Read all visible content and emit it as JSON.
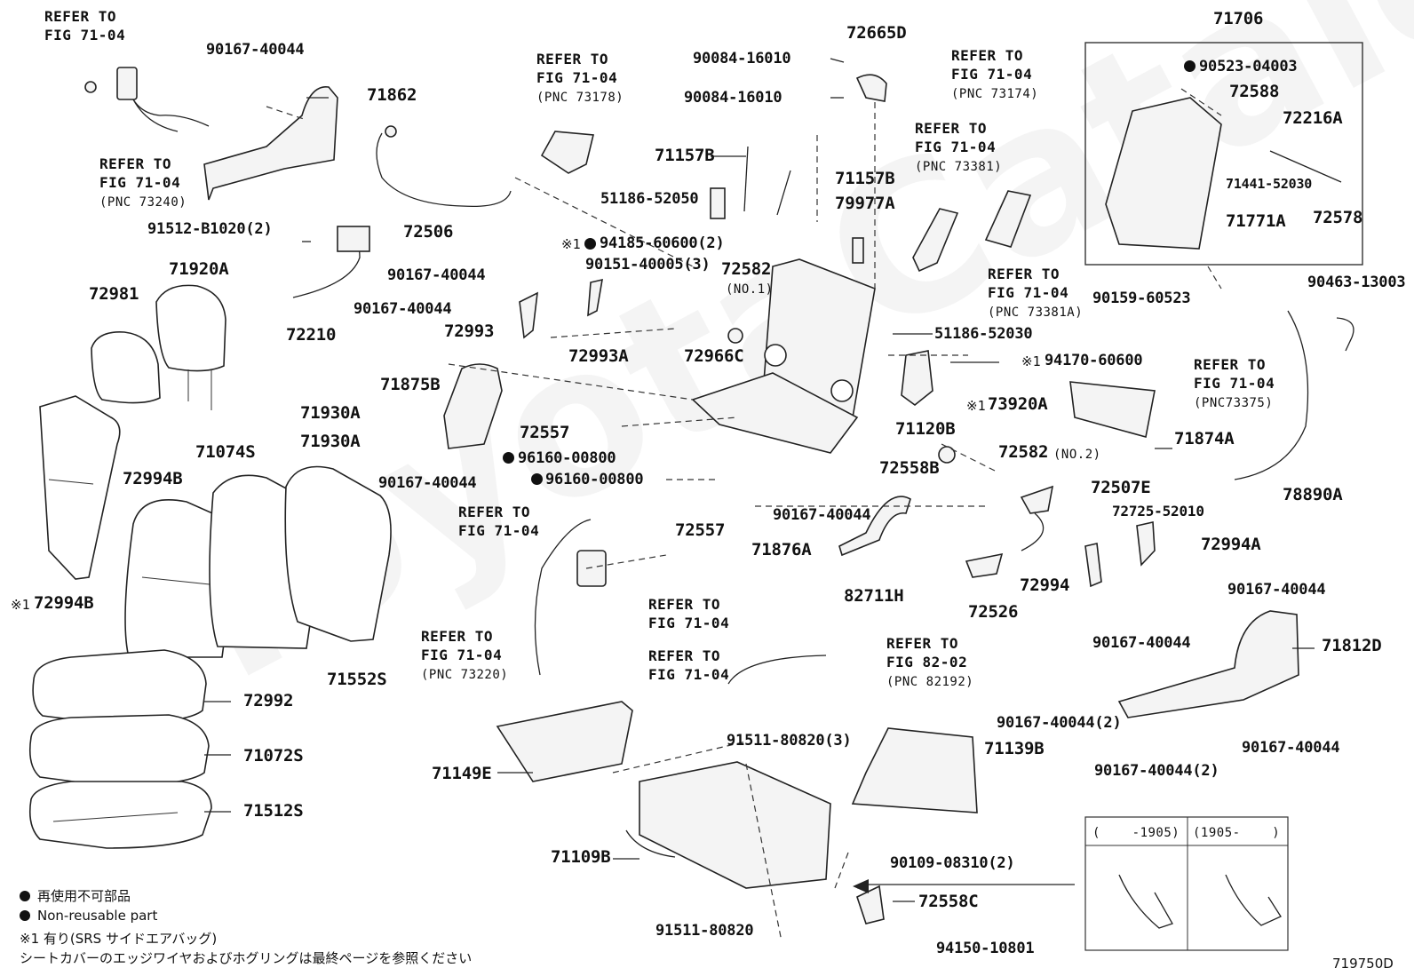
{
  "diagram": {
    "code": "719750D",
    "watermark": "ToyotaCatalog",
    "labels": {
      "p71706": "71706",
      "p90523_04003": "90523-04003",
      "p72588": "72588",
      "p72216A": "72216A",
      "p71441_52030": "71441-52030",
      "p72578": "72578",
      "p71771A": "71771A",
      "p90159_60523": "90159-60523",
      "p90463_13003": "90463-13003",
      "p72665D": "72665D",
      "p90084_16010a": "90084-16010",
      "p90084_16010b": "90084-16010",
      "p71157Ba": "71157B",
      "p71157Bb": "71157B",
      "p51186_52050": "51186-52050",
      "p79977A": "79977A",
      "p94185_60600": "94185-60600(2)",
      "p90151_40005": "90151-40005(3)",
      "p72582_no1": "72582",
      "p72582_no1_note": "(NO.1)",
      "p72966C": "72966C",
      "p51186_52030": "51186-52030",
      "p94170_60600": "94170-60600",
      "p73920A": "73920A",
      "p71874A": "71874A",
      "p78890A": "78890A",
      "p90167_40044_top": "90167-40044",
      "p71862": "71862",
      "p72506": "72506",
      "p91512_B1020": "91512-B1020(2)",
      "p72210": "72210",
      "p72981": "72981",
      "p71920A": "71920A",
      "p90167_40044_a": "90167-40044",
      "p90167_40044_b": "90167-40044",
      "p72993": "72993",
      "p72993A": "72993A",
      "p71875B": "71875B",
      "p71930Aa": "71930A",
      "p71930Ab": "71930A",
      "p71074S": "71074S",
      "p72994B": "72994B",
      "p72994B_x1": "72994B",
      "p72557a": "72557",
      "p96160_00800a": "96160-00800",
      "p96160_00800b": "96160-00800",
      "p90167_40044_c": "90167-40044",
      "p72557b": "72557",
      "p71120B": "71120B",
      "p72558B": "72558B",
      "p72582_no2": "72582",
      "p72582_no2_note": "(NO.2)",
      "p90167_40044_d": "90167-40044",
      "p71876A": "71876A",
      "p82711H": "82711H",
      "p72507E": "72507E",
      "p72725_52010": "72725-52010",
      "p72994A": "72994A",
      "p90167_40044_e": "90167-40044",
      "p72994": "72994",
      "p72526": "72526",
      "p90167_40044_f": "90167-40044",
      "p71812D": "71812D",
      "p90167_40044_g": "90167-40044",
      "p71552S": "71552S",
      "p72992": "72992",
      "p71072S": "71072S",
      "p71512S": "71512S",
      "p71149E": "71149E",
      "p91511_80820_3": "91511-80820(3)",
      "p90167_40044_2a": "90167-40044(2)",
      "p71139B": "71139B",
      "p90167_40044_2b": "90167-40044(2)",
      "p71109B": "71109B",
      "p90109_08310": "90109-08310(2)",
      "p72558C": "72558C",
      "p91511_80820": "91511-80820",
      "p94150_10801": "94150-10801"
    },
    "x1_mark": "※1",
    "refer_to": "REFER TO",
    "refs": {
      "r1": {
        "fig": "FIG 71-04",
        "pnc": ""
      },
      "r2": {
        "fig": "FIG 71-04",
        "pnc": "(PNC 73240)"
      },
      "r3": {
        "fig": "FIG 71-04",
        "pnc": "(PNC 73178)"
      },
      "r4": {
        "fig": "FIG 71-04",
        "pnc": "(PNC 73174)"
      },
      "r5": {
        "fig": "FIG 71-04",
        "pnc": "(PNC 73381)"
      },
      "r6": {
        "fig": "FIG 71-04",
        "pnc": "(PNC 73381A)"
      },
      "r7": {
        "fig": "FIG 71-04",
        "pnc": "(PNC73375)"
      },
      "r8": {
        "fig": "FIG 71-04",
        "pnc": ""
      },
      "r9": {
        "fig": "FIG 71-04",
        "pnc": ""
      },
      "r10": {
        "fig": "FIG 71-04",
        "pnc": "(PNC 73220)"
      },
      "r11": {
        "fig": "FIG 71-04",
        "pnc": ""
      },
      "r12": {
        "fig": "FIG 82-02",
        "pnc": "(PNC 82192)"
      }
    },
    "inset": {
      "left_header": "(    -1905)",
      "right_header": "(1905-    )"
    },
    "legend": {
      "jp_nonreusable": "再使用不可部品",
      "en_nonreusable": "Non-reusable part",
      "note_x1": "※1 有り(SRS サイドエアバッグ)",
      "note_cover": "シートカバーのエッジワイヤおよびホグリングは最終ページを参照ください"
    }
  }
}
